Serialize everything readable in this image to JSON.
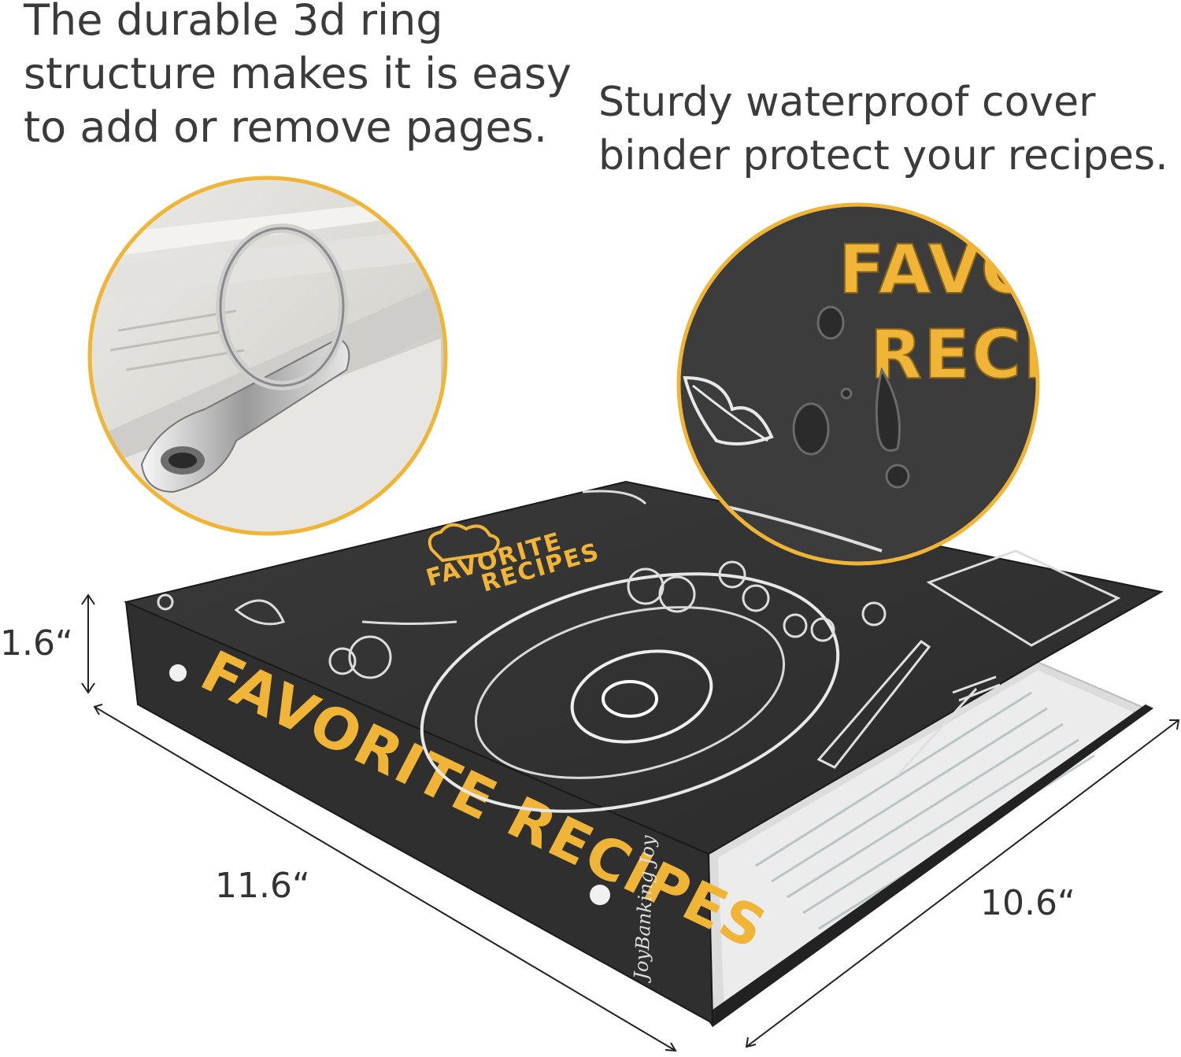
{
  "captions": {
    "left": [
      "The durable 3d ring",
      "structure makes it is easy",
      "to add or remove pages."
    ],
    "right": [
      "Sturdy waterproof cover",
      "binder protect your recipes."
    ]
  },
  "dimensions": {
    "height": "1.6“",
    "width": "11.6“",
    "depth": "10.6“"
  },
  "binder": {
    "spine_title": "FAVORITE RECIPES",
    "cover_title_line1": "FAVORITE",
    "cover_title_line2": "RECIPES",
    "brand": "JoyBanking Joy"
  },
  "zoom_detail": {
    "line1": "FAVO",
    "line2": "RECIP"
  },
  "colors": {
    "accent_gold": "#f0b437",
    "binder_black": "#2e2e2e",
    "text_gray": "#3b3b3b"
  }
}
